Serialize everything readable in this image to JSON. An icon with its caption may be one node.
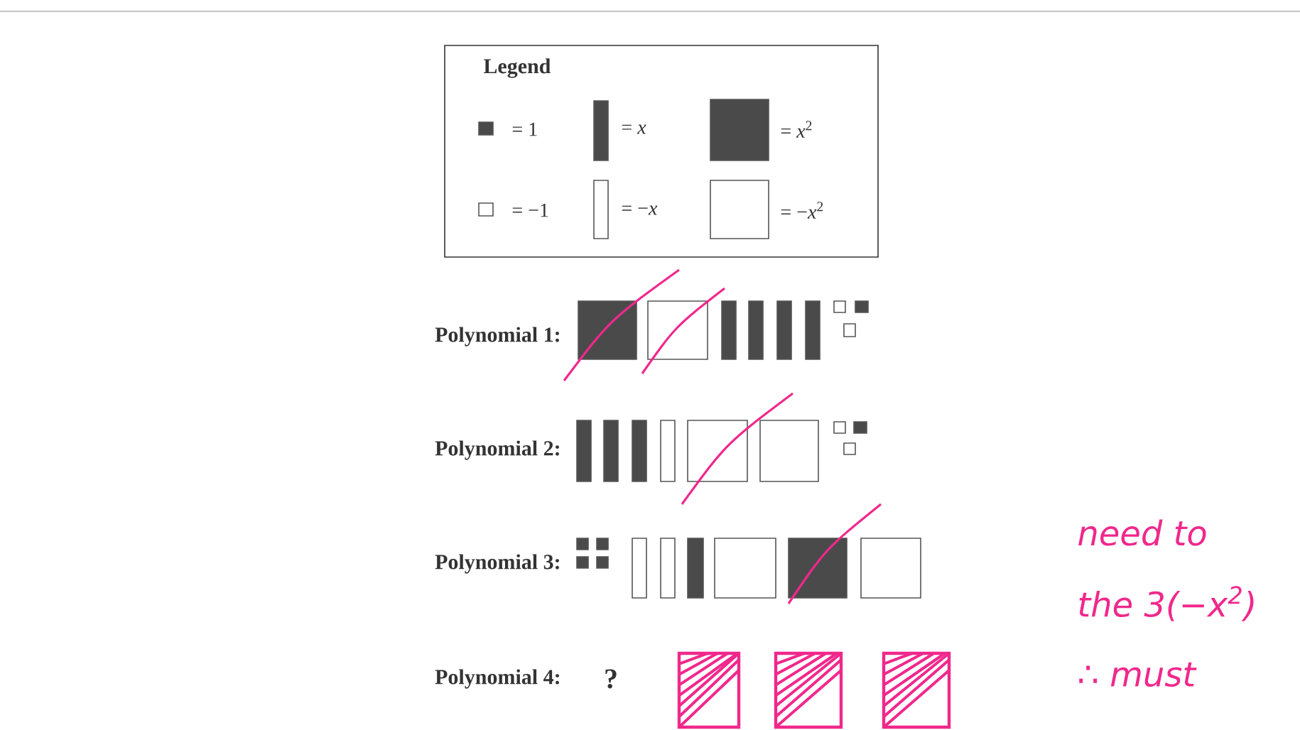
{
  "diagram": {
    "labels": [
      "Legend",
      "Polynomial 1:",
      "Polynomial 2:",
      "Polynomial 3:",
      "Polynomial 4:",
      "?",
      "need to",
      "the 3(−x$^{2}$)",
      "∴ must"
    ],
    "legend": [
      {
        "text": "= 1"
      },
      {
        "text": "= *x*"
      },
      {
        "text": "= *x*$^{2}$"
      },
      {
        "text": "= −1"
      },
      {
        "text": "= −*x*"
      },
      {
        "text": "= −*x*$^{2}$"
      }
    ]
  }
}
